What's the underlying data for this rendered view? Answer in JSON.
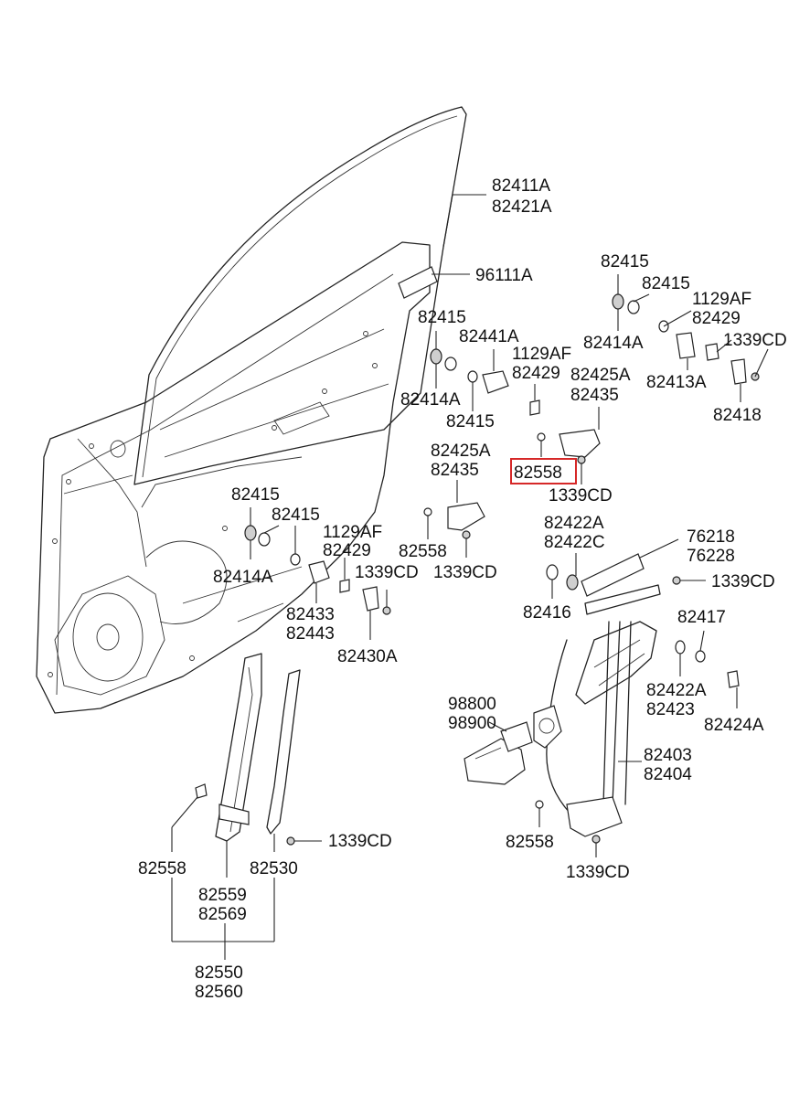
{
  "highlight_color": "#d62828",
  "labels": {
    "glass_a": "82411A",
    "glass_b": "82421A",
    "label_96111A": "96111A",
    "r_82415_top": "82415",
    "r_82415_b": "82415",
    "r_1129AF": "1129AF",
    "r_82429": "82429",
    "r_82414A": "82414A",
    "r_1339CD": "1339CD",
    "r_82413A": "82413A",
    "r_82418": "82418",
    "m_82415_a": "82415",
    "m_82441A": "82441A",
    "m_1129AF": "1129AF",
    "m_82429": "82429",
    "m_82414A": "82414A",
    "m_82415_b": "82415",
    "m_82425A": "82425A",
    "m_82435": "82435",
    "hl_82558": "82558",
    "m_1339CD": "1339CD",
    "c_82425A": "82425A",
    "c_82435": "82435",
    "c_82558": "82558",
    "c_1339CD": "1339CD",
    "l_82415_a": "82415",
    "l_82415_b": "82415",
    "l_1129AF": "1129AF",
    "l_82429": "82429",
    "l_82414A": "82414A",
    "l_1339CD": "1339CD",
    "l_82433": "82433",
    "l_82443": "82443",
    "l_82430A": "82430A",
    "reg_82422A": "82422A",
    "reg_82422C": "82422C",
    "reg_76218": "76218",
    "reg_76228": "76228",
    "reg_1339CD_a": "1339CD",
    "reg_82416": "82416",
    "reg_82417": "82417",
    "reg_82422A_b": "82422A",
    "reg_82423": "82423",
    "reg_82424A": "82424A",
    "motor_98800": "98800",
    "motor_98900": "98900",
    "reg_82403": "82403",
    "reg_82404": "82404",
    "reg_82558": "82558",
    "reg_1339CD_b": "1339CD",
    "ch_1339CD": "1339CD",
    "ch_82558": "82558",
    "ch_82530": "82530",
    "ch_82559": "82559",
    "ch_82569": "82569",
    "ch_82550": "82550",
    "ch_82560": "82560"
  }
}
